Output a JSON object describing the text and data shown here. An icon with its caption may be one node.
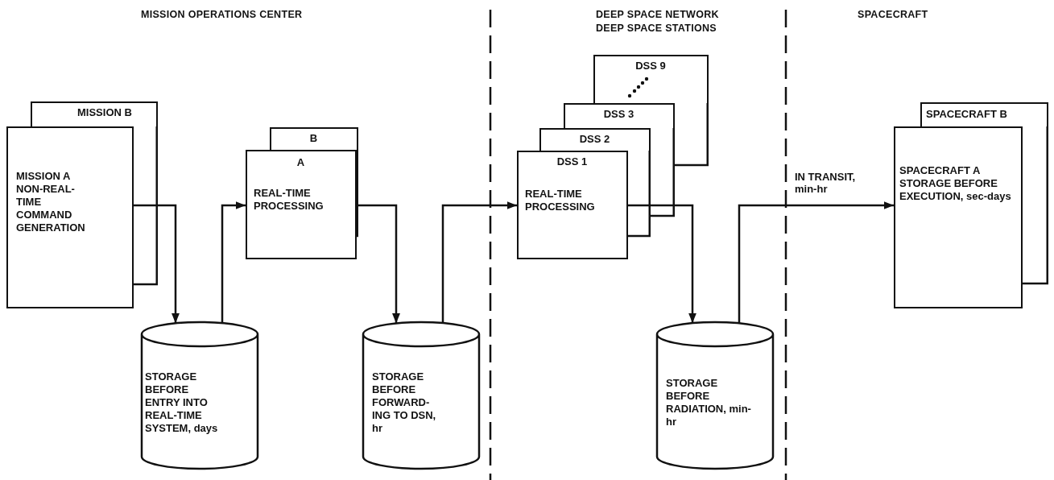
{
  "diagram": {
    "nodes": [
      {
        "text": [
          "MISSION B"
        ]
      },
      {
        "text": [
          "MISSION A NON-REAL-TIME COMMAND GENERATION"
        ]
      },
      {
        "text": [
          "B"
        ]
      },
      {
        "text": [
          "A",
          "REAL-TIME PROCESSING"
        ]
      },
      {
        "text": [
          "STORAGE BEFORE ENTRY INTO REAL-TIME SYSTEM, days"
        ]
      },
      {
        "text": [
          "STORAGE BEFORE FORWARD-ING TO DSN, hr"
        ]
      },
      {
        "text": [
          "DSS 9"
        ]
      },
      {
        "text": [
          "DSS 3"
        ]
      },
      {
        "text": [
          "DSS 2"
        ]
      },
      {
        "text": [
          "DSS 1",
          "REAL-TIME PROCESSING"
        ]
      },
      {
        "text": [
          "STORAGE BEFORE RADIATION, min-hr"
        ]
      },
      {
        "text": [
          "SPACECRAFT B"
        ]
      },
      {
        "text": [
          "SPACECRAFT A STORAGE BEFORE EXECUTION, sec-days"
        ]
      }
    ],
    "edges": [
      {
        "from": 1,
        "to": 4,
        "arrow": "to"
      },
      {
        "from": 4,
        "to": 3,
        "arrow": "to"
      },
      {
        "from": 3,
        "to": 5,
        "arrow": "to"
      },
      {
        "from": 5,
        "to": 9,
        "arrow": "to"
      },
      {
        "from": 9,
        "to": 10,
        "arrow": "to"
      },
      {
        "from": 10,
        "to": 12,
        "arrow": "to",
        "label": "IN TRANSIT, min-hr"
      }
    ],
    "labels": [
      "MISSION OPERATIONS CENTER",
      "DEEP SPACE NETWORK DEEP SPACE STATIONS",
      "SPACECRAFT"
    ]
  }
}
